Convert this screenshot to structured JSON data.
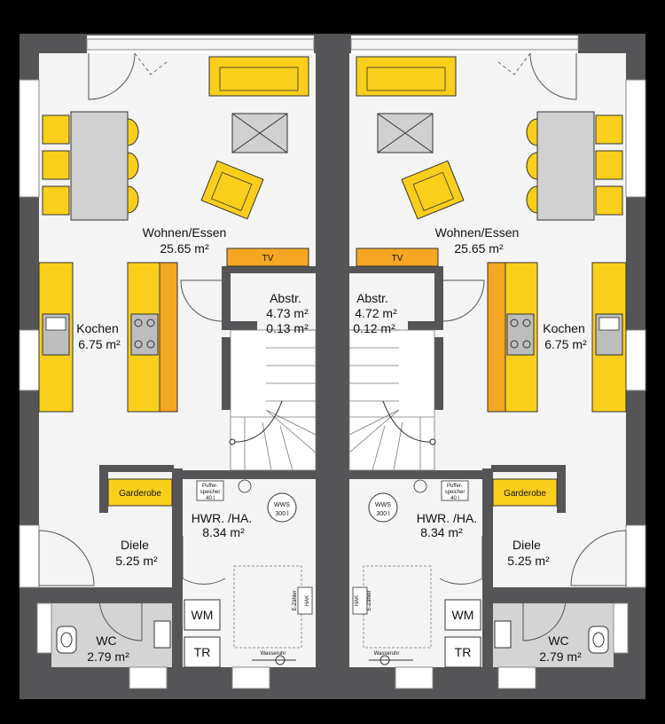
{
  "plan": {
    "colors": {
      "background": "#000000",
      "wall": "#555557",
      "floor_light": "#f4f4f4",
      "floor_grey": "#d4d4d4",
      "accent_yellow": "#f9cf1b",
      "accent_orange": "#f5a623",
      "furniture_grey": "#d0d0d0"
    },
    "units": [
      {
        "side": "left",
        "rooms": {
          "wohnen": {
            "name": "Wohnen/Essen",
            "area": "25.65 m²"
          },
          "tv": "TV",
          "kochen": {
            "name": "Kochen",
            "area": "6.75 m²"
          },
          "abstr": {
            "name": "Abstr.",
            "area1": "4.73 m²",
            "area2": "0.13 m²"
          },
          "garderobe": "Garderobe",
          "hwr": {
            "name": "HWR. /HA.",
            "area": "8.34 m²"
          },
          "wws": {
            "line1": "WWS",
            "line2": "300 l"
          },
          "puffer": {
            "line1": "Puffer-",
            "line2": "speicher",
            "line3": "40 l"
          },
          "diele": {
            "name": "Diele",
            "area": "5.25 m²"
          },
          "wc": {
            "name": "WC",
            "area": "2.79 m²"
          },
          "wm": "WM",
          "tr": "TR",
          "hak": "HAK",
          "ezaehler": "E-Zähler",
          "wasseruhr": "Wasseruhr"
        }
      },
      {
        "side": "right",
        "rooms": {
          "wohnen": {
            "name": "Wohnen/Essen",
            "area": "25.65 m²"
          },
          "tv": "TV",
          "kochen": {
            "name": "Kochen",
            "area": "6.75 m²"
          },
          "abstr": {
            "name": "Abstr.",
            "area1": "4.72 m²",
            "area2": "0.12 m²"
          },
          "garderobe": "Garderobe",
          "hwr": {
            "name": "HWR. /HA.",
            "area": "8.34 m²"
          },
          "wws": {
            "line1": "WWS",
            "line2": "300 l"
          },
          "puffer": {
            "line1": "Puffer-",
            "line2": "speicher",
            "line3": "40 l"
          },
          "diele": {
            "name": "Diele",
            "area": "5.25 m²"
          },
          "wc": {
            "name": "WC",
            "area": "2.79 m²"
          },
          "wm": "WM",
          "tr": "TR",
          "hak": "HAK",
          "ezaehler": "E-Zähler",
          "wasseruhr": "Wasseruhr"
        }
      }
    ]
  }
}
